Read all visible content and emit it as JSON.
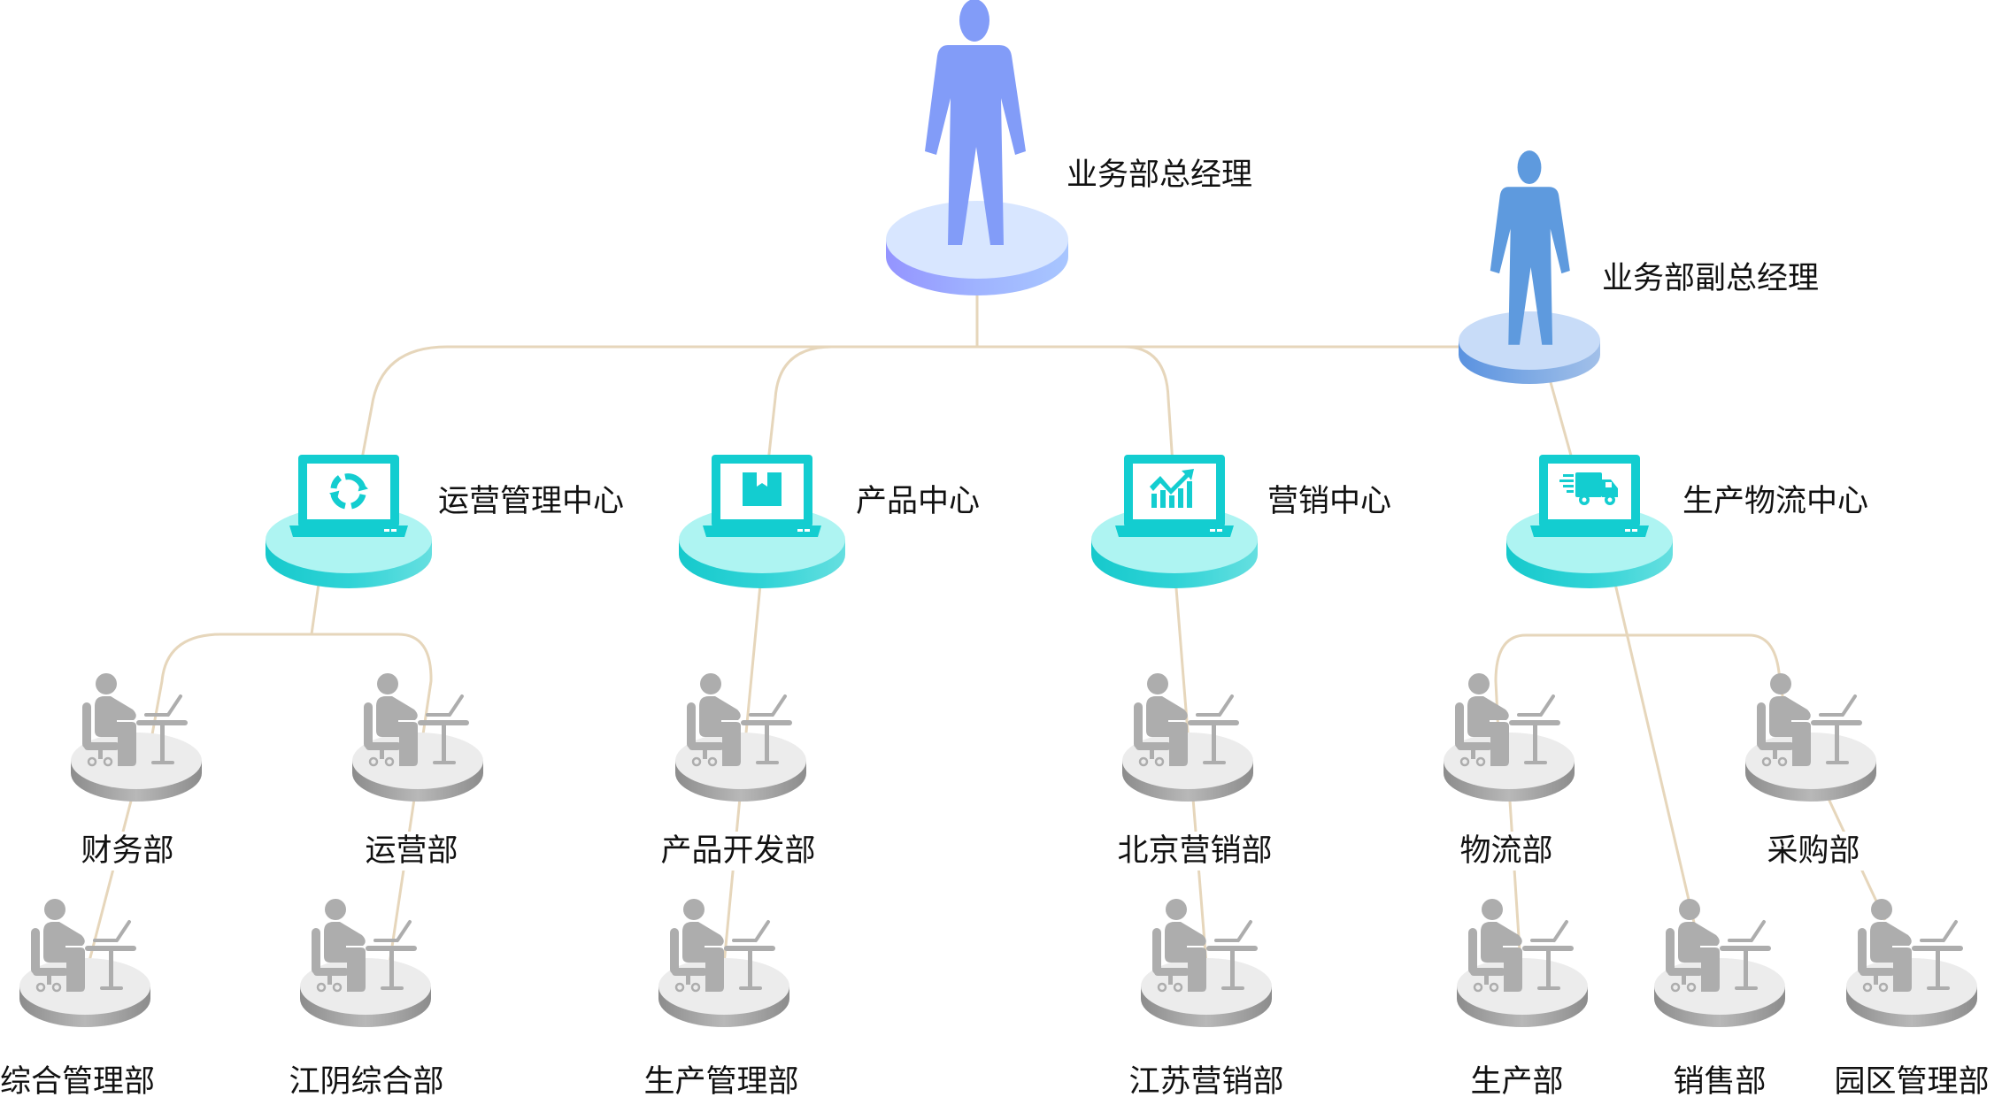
{
  "managers": {
    "general": {
      "label": "业务部总经理",
      "icon": "person-icon"
    },
    "deputy": {
      "label": "业务部副总经理",
      "icon": "person-icon"
    }
  },
  "centers": [
    {
      "label": "运营管理中心",
      "icon": "cycle-arrows-icon"
    },
    {
      "label": "产品中心",
      "icon": "box-icon"
    },
    {
      "label": "营销中心",
      "icon": "growth-chart-icon"
    },
    {
      "label": "生产物流中心",
      "icon": "delivery-truck-icon"
    }
  ],
  "departments_row1": [
    {
      "label": "财务部"
    },
    {
      "label": "运营部"
    },
    {
      "label": "产品开发部"
    },
    {
      "label": "北京营销部"
    },
    {
      "label": "物流部"
    },
    {
      "label": "采购部"
    }
  ],
  "departments_row2": [
    {
      "label": "综合管理部"
    },
    {
      "label": "江阴综合部"
    },
    {
      "label": "生产管理部"
    },
    {
      "label": "江苏营销部"
    },
    {
      "label": "生产部"
    },
    {
      "label": "销售部"
    },
    {
      "label": "园区管理部"
    }
  ],
  "colors": {
    "connector": "#e6d6bb",
    "general_manager": "#829cf8",
    "deputy_manager": "#5e9ade",
    "center_teal": "#13cdd0",
    "department_gray": "#adadad"
  }
}
